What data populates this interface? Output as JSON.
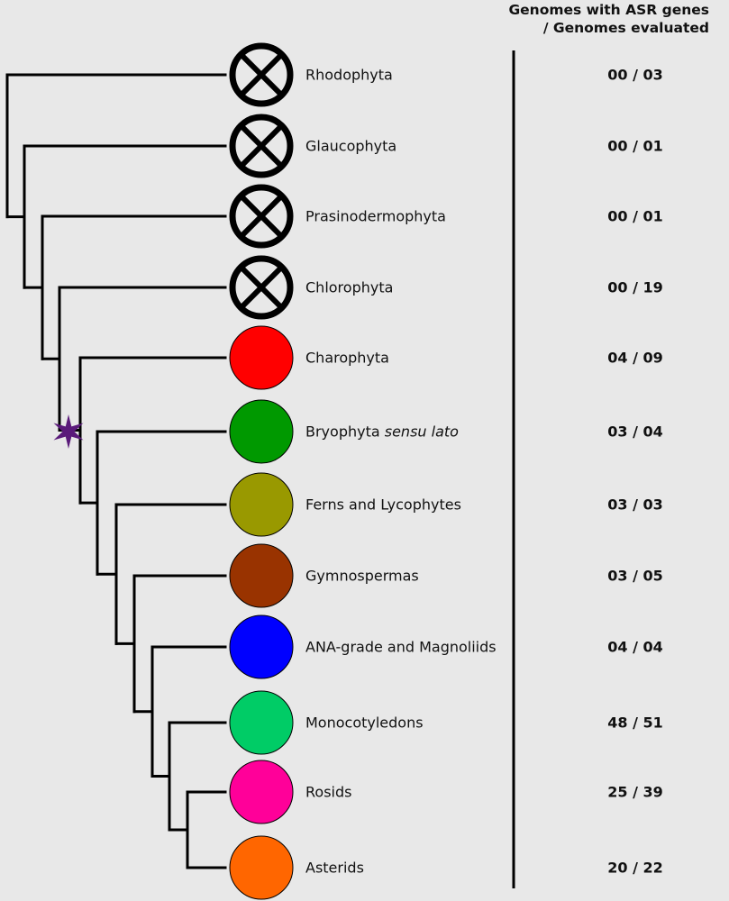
{
  "header": {
    "line1": "Genomes with ASR genes",
    "line2": "/ Genomes evaluated"
  },
  "taxa": [
    {
      "name": "Rhodophyta",
      "italic": "",
      "count": "00 / 03",
      "marker": "cross",
      "color": ""
    },
    {
      "name": "Glaucophyta",
      "italic": "",
      "count": "00 / 01",
      "marker": "cross",
      "color": ""
    },
    {
      "name": "Prasinodermophyta",
      "italic": "",
      "count": "00 / 01",
      "marker": "cross",
      "color": ""
    },
    {
      "name": "Chlorophyta",
      "italic": "",
      "count": "00 / 19",
      "marker": "cross",
      "color": ""
    },
    {
      "name": "Charophyta",
      "italic": "",
      "count": "04 / 09",
      "marker": "filled",
      "color": "#ff0000"
    },
    {
      "name": "Bryophyta ",
      "italic": "sensu lato",
      "count": "03 / 04",
      "marker": "filled",
      "color": "#009900"
    },
    {
      "name": "Ferns and Lycophytes",
      "italic": "",
      "count": "03 / 03",
      "marker": "filled",
      "color": "#999900"
    },
    {
      "name": "Gymnospermas",
      "italic": "",
      "count": "03 / 05",
      "marker": "filled",
      "color": "#993300"
    },
    {
      "name": "ANA-grade and Magnoliids",
      "italic": "",
      "count": "04 / 04",
      "marker": "filled",
      "color": "#0000ff"
    },
    {
      "name": "Monocotyledons",
      "italic": "",
      "count": "48 / 51",
      "marker": "filled",
      "color": "#00cc66"
    },
    {
      "name": "Rosids",
      "italic": "",
      "count": "25 / 39",
      "marker": "filled",
      "color": "#ff0099"
    },
    {
      "name": "Asterids",
      "italic": "",
      "count": "20 / 22",
      "marker": "filled",
      "color": "#ff6600"
    }
  ],
  "colors": {
    "background": "#e8e8e8",
    "line": "#000000",
    "star": "#5a1a7a"
  },
  "icons": {
    "absent": "circle-cross-icon",
    "present": "filled-circle-icon",
    "event": "star-icon"
  }
}
